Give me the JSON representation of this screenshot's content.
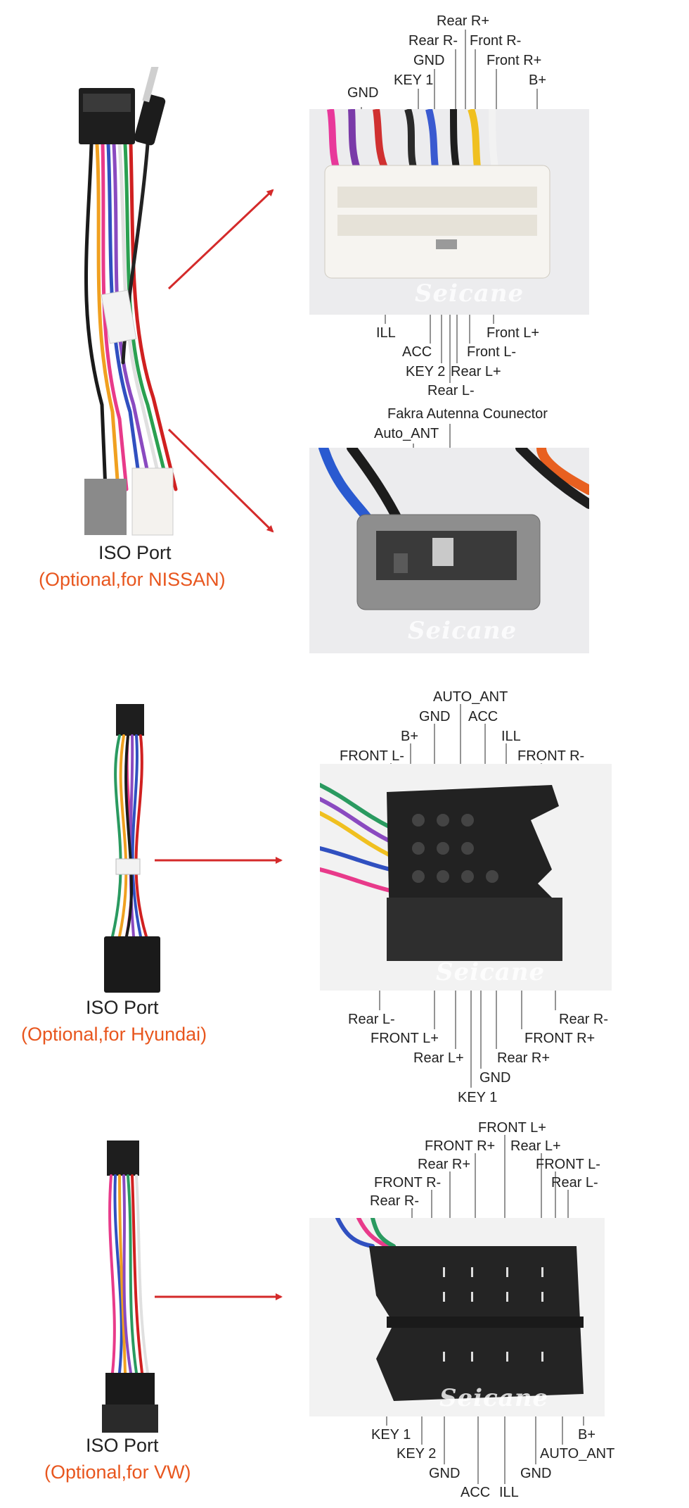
{
  "colors": {
    "accent": "#e8561e",
    "arrow": "#d42a2a",
    "text": "#222222",
    "leader": "#555555"
  },
  "watermark": "Seicane",
  "sections": [
    {
      "id": "nissan",
      "port_title": "ISO Port",
      "port_subtitle": "(Optional,for NISSAN)",
      "connector_labels": {
        "top": [
          "Rear R+",
          "Rear R-",
          "Front R-",
          "GND",
          "Front R+",
          "KEY 1",
          "B+",
          "GND"
        ],
        "bottom": [
          "ILL",
          "ACC",
          "Front L+",
          "Front L-",
          "KEY 2",
          "Rear L+",
          "Rear L-"
        ]
      },
      "antenna_labels": [
        "Fakra Autenna Counector",
        "Auto_ANT"
      ]
    },
    {
      "id": "hyundai",
      "port_title": "ISO Port",
      "port_subtitle": "(Optional,for Hyundai)",
      "connector_labels": {
        "top": [
          "AUTO_ANT",
          "GND",
          "ACC",
          "B+",
          "ILL",
          "FRONT L-",
          "FRONT R-"
        ],
        "bottom": [
          "Rear L-",
          "Rear R-",
          "FRONT L+",
          "FRONT R+",
          "Rear L+",
          "Rear R+",
          "GND",
          "KEY 1"
        ]
      }
    },
    {
      "id": "vw",
      "port_title": "ISO Port",
      "port_subtitle": "(Optional,for VW)",
      "connector_labels": {
        "top": [
          "FRONT L+",
          "FRONT R+",
          "Rear L+",
          "Rear R+",
          "FRONT L-",
          "FRONT R-",
          "Rear L-",
          "Rear R-"
        ],
        "bottom": [
          "KEY 1",
          "B+",
          "KEY 2",
          "AUTO_ANT",
          "GND",
          "GND",
          "ACC",
          "ILL"
        ]
      }
    }
  ]
}
